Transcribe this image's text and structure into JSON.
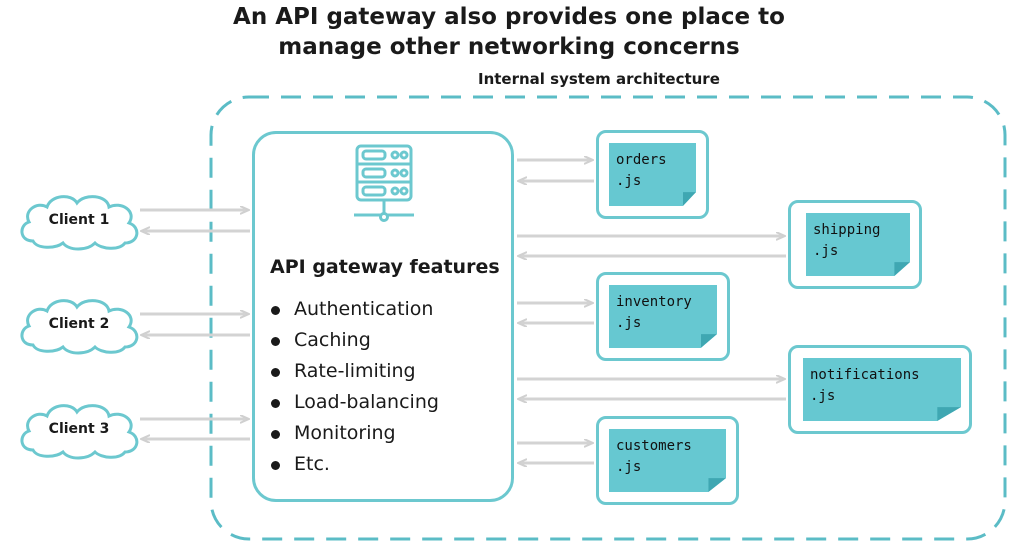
{
  "title_line1": "An API gateway also provides one place to",
  "title_line2": "manage other networking concerns",
  "architecture_label": "Internal system architecture",
  "clients": [
    "Client 1",
    "Client 2",
    "Client 3"
  ],
  "gateway": {
    "title": "API gateway features",
    "features": [
      "Authentication",
      "Caching",
      "Rate-limiting",
      "Load-balancing",
      "Monitoring",
      "Etc."
    ]
  },
  "services": [
    {
      "line1": "orders",
      "line2": ".js"
    },
    {
      "line1": "shipping",
      "line2": ".js"
    },
    {
      "line1": "inventory",
      "line2": ".js"
    },
    {
      "line1": "notifications",
      "line2": ".js"
    },
    {
      "line1": "customers",
      "line2": ".js"
    }
  ],
  "icons": {
    "gateway": "server-network-icon",
    "client": "cloud-icon",
    "service": "file-note-icon"
  },
  "colors": {
    "accent": "#6cc8cf",
    "note": "#66c8d1",
    "arrow": "#d3d3d3"
  }
}
